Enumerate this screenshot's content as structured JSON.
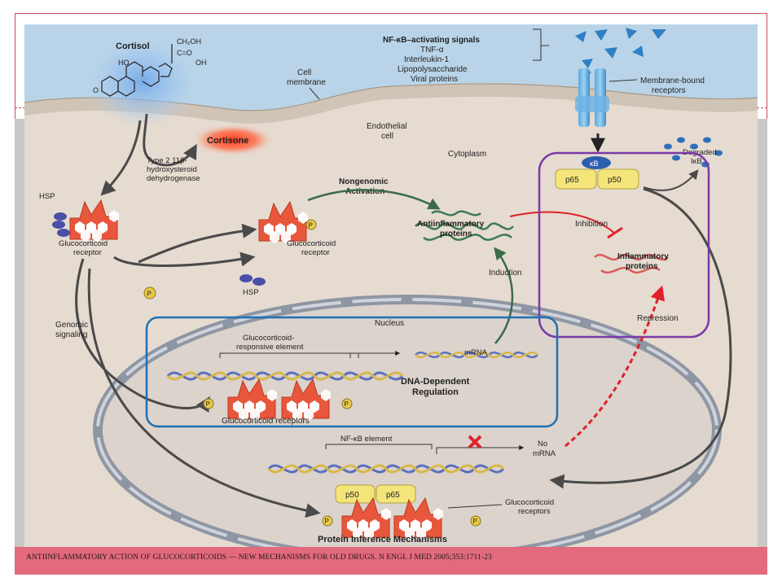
{
  "caption": "ANTIINFLAMMATORY ACTION OF GLUCOCORTICOIDS — NEW MECHANISMS FOR OLD DRUGS. N ENGL J MED 2005;353:1711-23",
  "colors": {
    "extracellular": "#b9d4e8",
    "cytoplasm": "#e6dbd0",
    "nucleus": "#d9d2cc",
    "receptor": "#e8573c",
    "blue_box": "#1f6fb5",
    "purple_box": "#7a3aa8",
    "red_arrow": "#e0202a"
  },
  "molecule": {
    "name": "Cortisol",
    "ch2oh": "CH₂OH",
    "co": "C=O",
    "ho": "HO",
    "oh": "OH",
    "o": "O"
  },
  "labels": {
    "cell_membrane_1": "Cell",
    "cell_membrane_2": "membrane",
    "endothelial_1": "Endothelial",
    "endothelial_2": "cell",
    "cytoplasm": "Cytoplasm",
    "cortisone": "Cortisone",
    "enzyme_1": "Type 2 11β-",
    "enzyme_2": "hydroxysteroid",
    "enzyme_3": "dehydrogenase",
    "hsp_1": "HSP",
    "gr_1a": "Glucocorticoid",
    "gr_1b": "receptor",
    "nongenomic_1": "Nongenomic",
    "nongenomic_2": "Activation",
    "gr_2a": "Glucocorticoid",
    "gr_2b": "receptor",
    "p": "P",
    "hsp_2": "HSP",
    "anti_1": "Antiinflammatory",
    "anti_2": "proteins",
    "induction": "Induction",
    "inhibition": "Inhibition",
    "inflam_1": "Inflammatory",
    "inflam_2": "proteins",
    "repression": "Repression",
    "genomic_1": "Genomic",
    "genomic_2": "signaling",
    "nucleus": "Nucleus",
    "gre_1": "Glucocorticoid-",
    "gre_2": "responsive element",
    "mrna": "mRNA",
    "ddr_1": "DNA-Dependent",
    "ddr_2": "Regulation",
    "grs": "Glucocorticoid receptors",
    "nfkb_element": "NF-κB element",
    "no_mrna_1": "No",
    "no_mrna_2": "mRNA",
    "grs2_1": "Glucocorticoid",
    "grs2_2": "receptors",
    "pim": "Protein Inference Mechanisms",
    "signals_title": "NF-κB–activating signals",
    "signal_1": "TNF-α",
    "signal_2": "Interleukin-1",
    "signal_3": "Lipopolysaccharide",
    "signal_4": "Viral proteins",
    "mb_1": "Membrane-bound",
    "mb_2": "receptors",
    "kb": "κB",
    "p65": "p65",
    "p50": "p50",
    "degraded_1": "Degraded",
    "degraded_2": "IκB"
  }
}
